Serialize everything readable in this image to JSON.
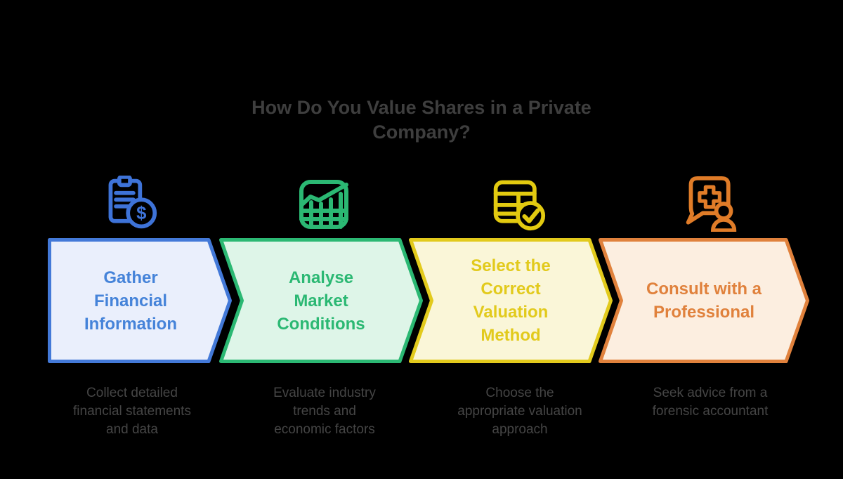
{
  "title": "How Do You Value Shares in a Private Company?",
  "steps": [
    {
      "title": "Gather Financial Information",
      "description": "Collect detailed financial statements and data",
      "icon": "clipboard-dollar-icon",
      "icon_symbol": "$",
      "accent_color": "#4379D8",
      "fill_color": "#EAEFFC"
    },
    {
      "title": "Analyse Market Conditions",
      "description": "Evaluate industry trends and economic factors",
      "icon": "growth-chart-icon",
      "accent_color": "#2BB873",
      "fill_color": "#DEF5E8"
    },
    {
      "title": "Select the Correct Valuation Method",
      "description": "Choose the appropriate valuation approach",
      "icon": "table-check-icon",
      "accent_color": "#E2CA1C",
      "fill_color": "#FAF6D8"
    },
    {
      "title": "Consult with a Professional",
      "description": "Seek advice from a forensic accountant",
      "icon": "consult-person-icon",
      "accent_color": "#E0813C",
      "fill_color": "#FCEEE0"
    }
  ],
  "colors": {
    "background": "#000000",
    "title_text": "#3E3E3E",
    "description_text": "#454545"
  }
}
